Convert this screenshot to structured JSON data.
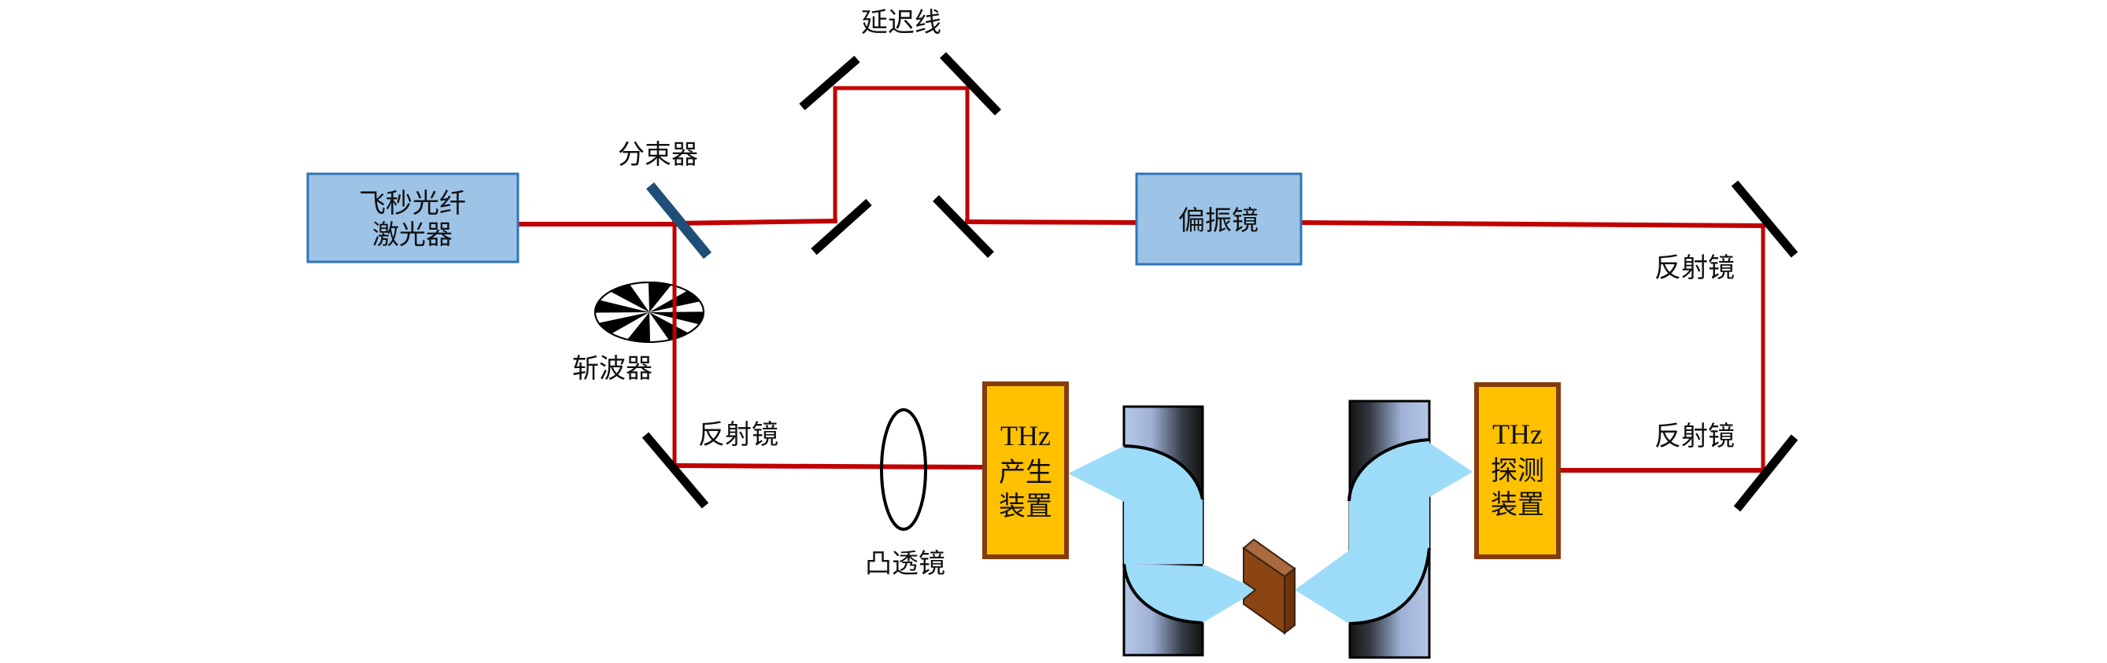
{
  "title": "THz time-domain spectroscopy setup diagram",
  "components": {
    "laser": {
      "line1": "飞秒光纤",
      "line2": "激光器"
    },
    "beam_splitter": {
      "label": "分束器"
    },
    "delay_line": {
      "label": "延迟线"
    },
    "polarizer": {
      "label": "偏振镜"
    },
    "chopper": {
      "label": "斩波器"
    },
    "mirror_lower_left": {
      "label": "反射镜"
    },
    "mirror_upper_right": {
      "label": "反射镜"
    },
    "mirror_lower_right": {
      "label": "反射镜"
    },
    "convex_lens": {
      "label": "凸透镜"
    },
    "thz_emitter": {
      "line1": "THz",
      "line2": "产生",
      "line3": "装置"
    },
    "thz_detector": {
      "line1": "THz",
      "line2": "探测",
      "line3": "装置"
    }
  },
  "colors": {
    "laser_beam": "#C00000",
    "box_fill": "#9DC3E6",
    "box_border": "#2E75B6",
    "thz_box_fill": "#FFC000",
    "thz_box_border": "#843C0C",
    "thz_beam": "#9DDCF9",
    "beam_splitter": "#1F4E79",
    "sample": "#8B4513"
  }
}
